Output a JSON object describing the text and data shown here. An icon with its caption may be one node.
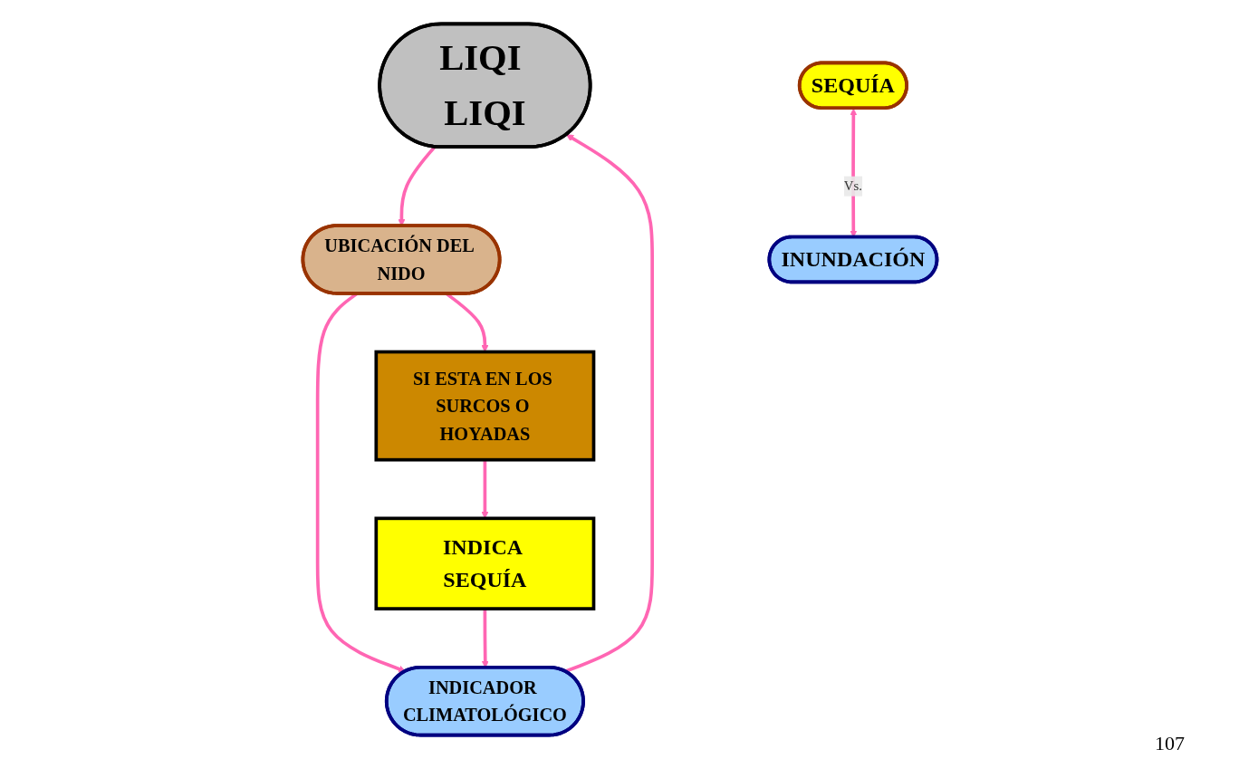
{
  "diagram": {
    "nodes": [
      {
        "text": [
          "LIQI LIQI"
        ]
      },
      {
        "text": [
          "UBICACIÓN DEL NIDO"
        ]
      },
      {
        "text": [
          "INDICADOR CLIMATOLÓGICO"
        ]
      },
      {
        "text": [
          "SI ESTA EN LOS SURCOS O HOYADAS"
        ]
      },
      {
        "text": [
          "INDICA SEQUÍA"
        ]
      },
      {
        "text": [
          "SEQUÍA"
        ]
      },
      {
        "text": [
          "INUNDACIÓN"
        ]
      }
    ],
    "edges": [
      {
        "from": 0,
        "to": 1,
        "arrow": "to"
      },
      {
        "from": 1,
        "to": 2,
        "arrow": "to"
      },
      {
        "from": 1,
        "to": 3,
        "arrow": "to"
      },
      {
        "from": 3,
        "to": 4,
        "arrow": "to"
      },
      {
        "from": 4,
        "to": 2,
        "arrow": "to"
      },
      {
        "from": 2,
        "to": 0,
        "arrow": "to"
      },
      {
        "from": 5,
        "to": 6,
        "arrow": "both",
        "label": "Vs."
      }
    ],
    "labels": [
      "107"
    ]
  }
}
